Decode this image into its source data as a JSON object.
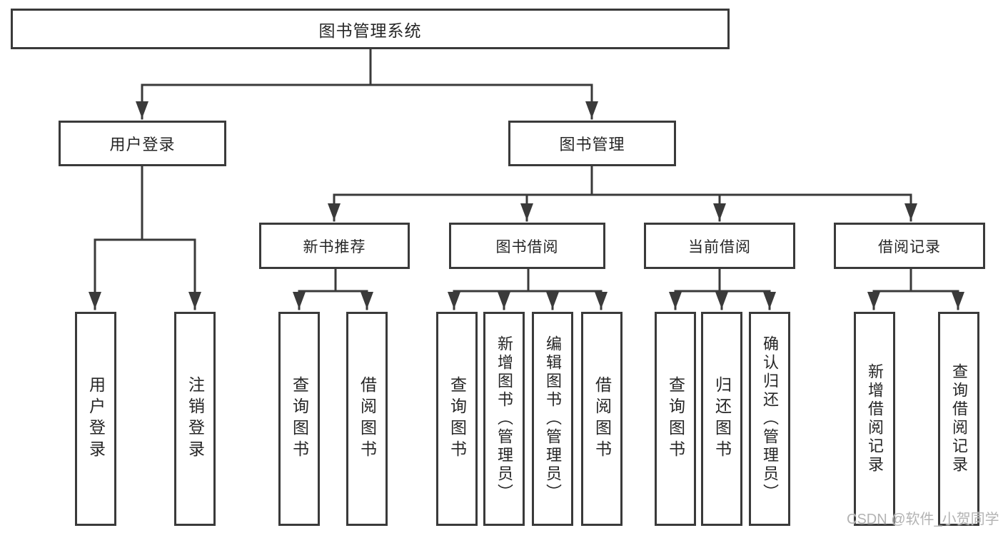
{
  "diagram": {
    "root": {
      "label": "图书管理系统"
    },
    "branches": [
      {
        "label": "用户登录",
        "leaves": [
          {
            "label": "用户登录"
          },
          {
            "label": "注销登录"
          }
        ]
      },
      {
        "label": "图书管理",
        "groups": [
          {
            "label": "新书推荐",
            "leaves": [
              {
                "label": "查询图书"
              },
              {
                "label": "借阅图书"
              }
            ]
          },
          {
            "label": "图书借阅",
            "leaves": [
              {
                "label": "查询图书"
              },
              {
                "label": "新增图书（管理员）"
              },
              {
                "label": "编辑图书（管理员）"
              },
              {
                "label": "借阅图书"
              }
            ]
          },
          {
            "label": "当前借阅",
            "leaves": [
              {
                "label": "查询图书"
              },
              {
                "label": "归还图书"
              },
              {
                "label": "确认归还（管理员）"
              }
            ]
          },
          {
            "label": "借阅记录",
            "leaves": [
              {
                "label": "新增借阅记录"
              },
              {
                "label": "查询借阅记录"
              }
            ]
          }
        ]
      }
    ],
    "watermark": "CSDN @软件_小贺同学",
    "colors": {
      "line": "#3a3a3a",
      "text": "#262626",
      "watermark": "#b3b3b3",
      "background": "#ffffff"
    }
  }
}
